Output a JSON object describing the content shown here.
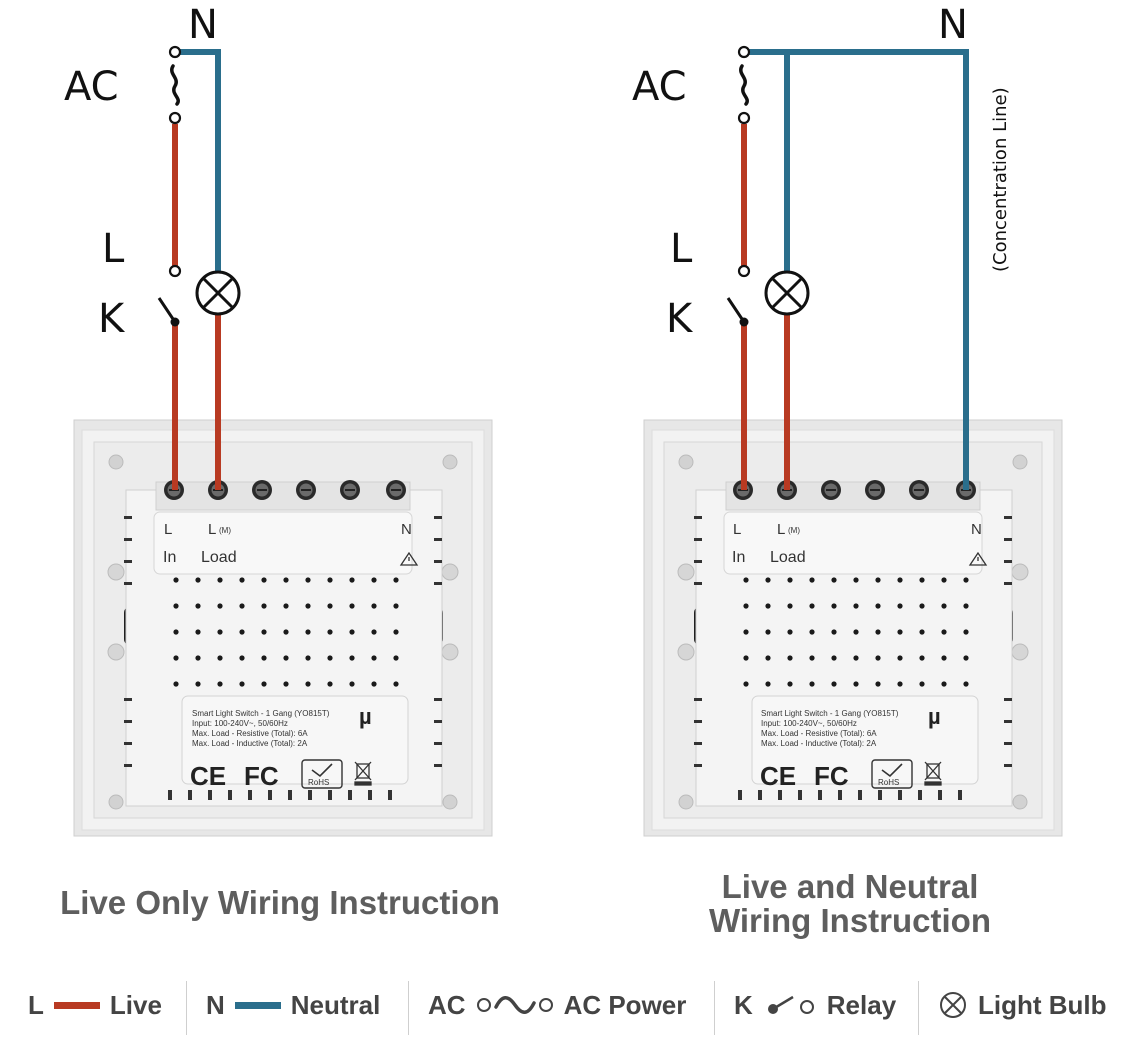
{
  "colors": {
    "live": "#b83a22",
    "neutral": "#2a6e8c",
    "panel": "#eeeeee",
    "legend_text": "#444444",
    "caption_text": "#5e5e5e"
  },
  "icons": [
    "lamp-cross-icon",
    "ac-sine-icon",
    "relay-switch-icon",
    "terminal-screw-icon",
    "ce-mark-icon",
    "fcc-mark-icon",
    "rohs-mark-icon",
    "weee-bin-icon",
    "warning-icon"
  ],
  "left_diagram": {
    "labels": {
      "n": "N",
      "ac": "AC",
      "l": "L",
      "k": "K"
    },
    "caption": "Live Only Wiring Instruction"
  },
  "right_diagram": {
    "labels": {
      "n": "N",
      "ac": "AC",
      "l": "L",
      "k": "K",
      "concentration": "(Concentration Line)"
    },
    "caption_line1": "Live and Neutral",
    "caption_line2": "Wiring Instruction"
  },
  "device": {
    "terminals": {
      "l": "L",
      "lm_main": "L",
      "lm_sub": "(M)",
      "n": "N",
      "in": "In",
      "load": "Load"
    },
    "brand_mark": "µ",
    "rating": [
      "Smart Light Switch - 1 Gang (YO815T)",
      "Input: 100-240V~,  50/60Hz",
      "Max. Load - Resistive (Total): 6A",
      "Max. Load - Inductive (Total): 2A"
    ],
    "marks": {
      "ce": "CE",
      "fcc": "FC",
      "rohs": "RoHS"
    }
  },
  "legend": [
    {
      "key": "L",
      "symbol": "live-line",
      "text": "Live"
    },
    {
      "key": "N",
      "symbol": "neutral-line",
      "text": "Neutral"
    },
    {
      "key": "AC",
      "symbol": "ac-sine-icon",
      "text": "AC Power"
    },
    {
      "key": "K",
      "symbol": "relay-switch-icon",
      "text": "Relay"
    },
    {
      "key": "",
      "symbol": "lamp-cross-icon",
      "text": "Light Bulb"
    }
  ]
}
